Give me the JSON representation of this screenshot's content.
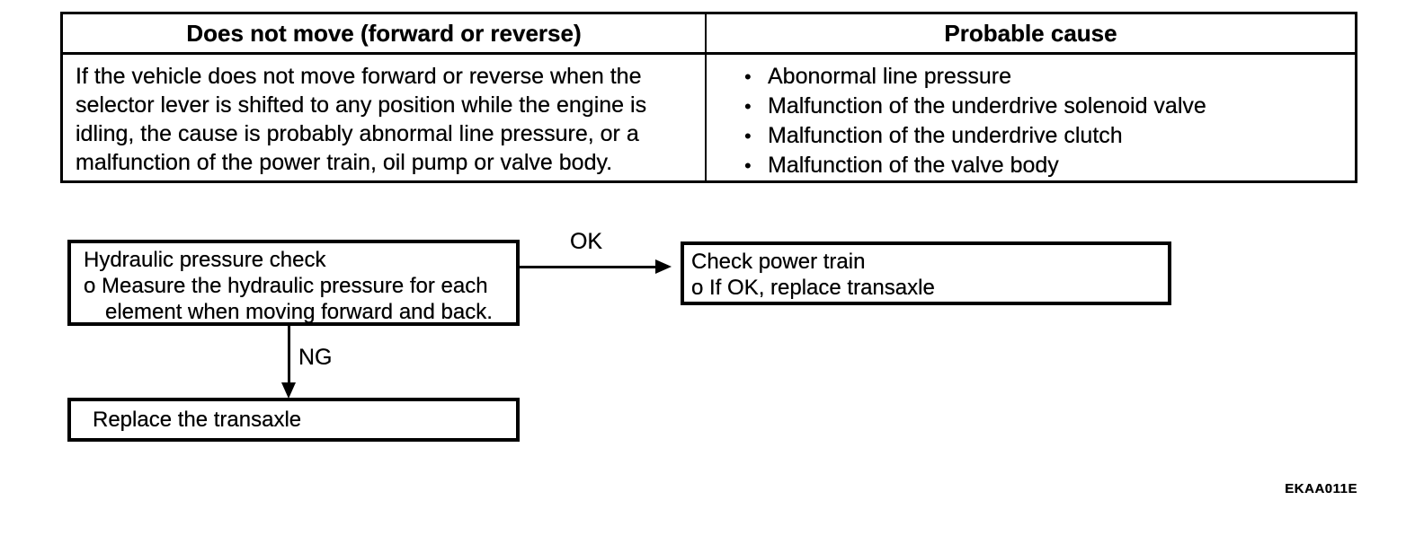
{
  "table": {
    "bullet_char": "•",
    "columns": [
      {
        "header": "Does not move (forward or reverse)"
      },
      {
        "header": "Probable cause"
      }
    ],
    "symptom_text": "If the vehicle does not move forward or reverse when the selector lever is shifted to any position while the engine is idling, the cause is probably abnormal line pressure, or a malfunction of the power train, oil pump or valve body.",
    "probable_causes": [
      "Abonormal line pressure",
      "Malfunction of the underdrive solenoid valve",
      "Malfunction of the underdrive clutch",
      "Malfunction of the valve body"
    ]
  },
  "flowchart": {
    "hydraulic_check_box": {
      "title": "Hydraulic pressure check",
      "detail_line1": "o Measure the hydraulic pressure for each",
      "detail_line2": "element when moving forward and back."
    },
    "ok_label": "OK",
    "ng_label": "NG",
    "power_train_box": {
      "title": "Check power train",
      "detail": "o If OK, replace transaxle"
    },
    "replace_box": {
      "title": "Replace the transaxle"
    }
  },
  "figure_code": "EKAA011E",
  "colors": {
    "ink": "#000000",
    "paper": "#ffffff"
  }
}
